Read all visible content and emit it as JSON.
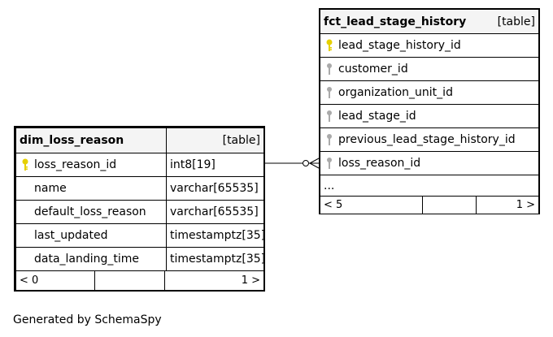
{
  "dim_table": {
    "name": "dim_loss_reason",
    "kind": "[table]",
    "columns": [
      {
        "name": "loss_reason_id",
        "type": "int8[19]",
        "pk": true
      },
      {
        "name": "name",
        "type": "varchar[65535]",
        "pk": false
      },
      {
        "name": "default_loss_reason",
        "type": "varchar[65535]",
        "pk": false
      },
      {
        "name": "last_updated",
        "type": "timestamptz[35]",
        "pk": false
      },
      {
        "name": "data_landing_time",
        "type": "timestamptz[35]",
        "pk": false
      }
    ],
    "footer_left": "< 0",
    "footer_right": "1 >"
  },
  "fct_table": {
    "name": "fct_lead_stage_history",
    "kind": "[table]",
    "columns": [
      {
        "name": "lead_stage_history_id",
        "key": "primary"
      },
      {
        "name": "customer_id",
        "key": "foreign"
      },
      {
        "name": "organization_unit_id",
        "key": "foreign"
      },
      {
        "name": "lead_stage_id",
        "key": "foreign"
      },
      {
        "name": "previous_lead_stage_history_id",
        "key": "foreign"
      },
      {
        "name": "loss_reason_id",
        "key": "foreign"
      }
    ],
    "ellipsis": "...",
    "footer_left": "< 5",
    "footer_right": "1 >"
  },
  "generated_by": "Generated by SchemaSpy",
  "colors": {
    "primary_key": "#e6d000",
    "foreign_key": "#aaaaaa",
    "header_bg": "#f4f4f4"
  }
}
